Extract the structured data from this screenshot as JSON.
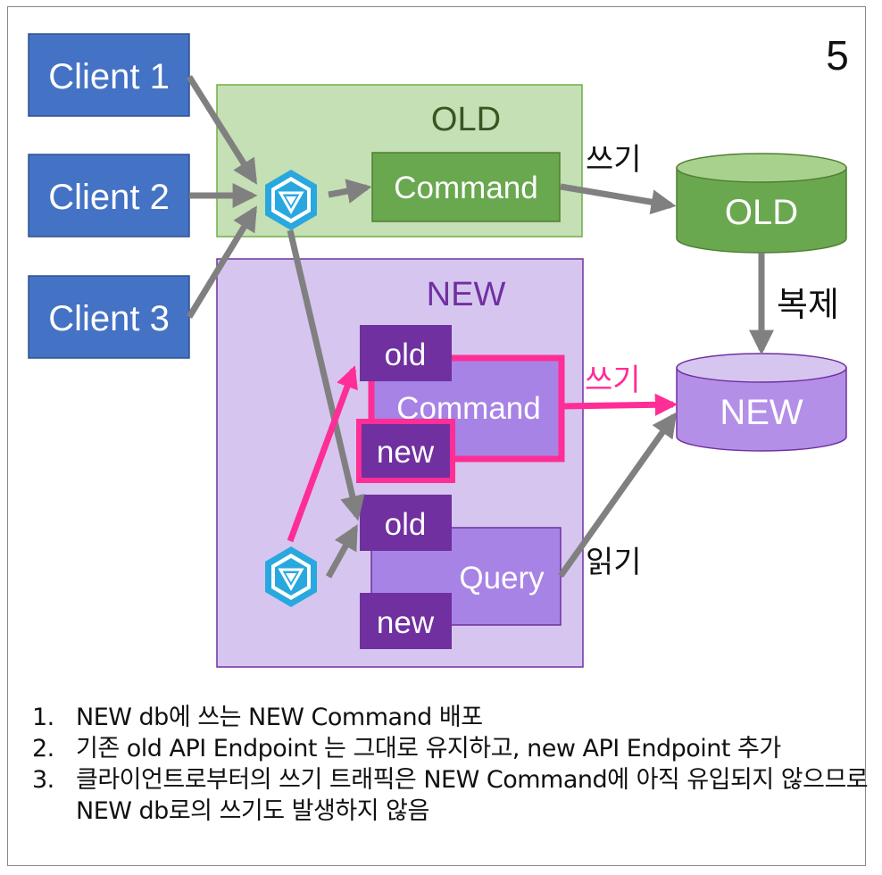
{
  "page_number": "5",
  "clients": [
    "Client 1",
    "Client 2",
    "Client 3"
  ],
  "old_zone": {
    "title": "OLD",
    "command_label": "Command"
  },
  "new_zone": {
    "title": "NEW",
    "command_label": "Command",
    "query_label": "Query",
    "endpoint_old": "old",
    "endpoint_new": "new"
  },
  "databases": {
    "old_label": "OLD",
    "new_label": "NEW"
  },
  "edge_labels": {
    "write_old": "쓰기",
    "replicate": "복제",
    "write_new": "쓰기",
    "read": "읽기"
  },
  "colors": {
    "client_fill": "#4472c4",
    "old_zone_fill": "#c5e0b4",
    "old_zone_stroke": "#70ad47",
    "old_command_fill": "#6aa84f",
    "new_zone_fill": "#d6c6ef",
    "new_zone_stroke": "#7030a0",
    "component_fill": "#a883e6",
    "endpoint_fill": "#7030a0",
    "highlight": "#ff2d96",
    "arrow": "#808080",
    "db_old_fill": "#6aa84f",
    "db_old_top": "#a9d18e",
    "db_new_fill": "#b48fe8",
    "db_new_top": "#d6c6ef",
    "gateway": "#29a8e0"
  },
  "notes": [
    {
      "num": "1.",
      "text": "NEW db에 쓰는 NEW Command 배포"
    },
    {
      "num": "2.",
      "text": "기존 old API Endpoint 는 그대로 유지하고, new API Endpoint 추가"
    },
    {
      "num": "3.",
      "text": "클라이언트로부터의 쓰기 트래픽은 NEW Command에 아직 유입되지 않으므로 NEW db로의 쓰기도 발생하지 않음"
    }
  ]
}
